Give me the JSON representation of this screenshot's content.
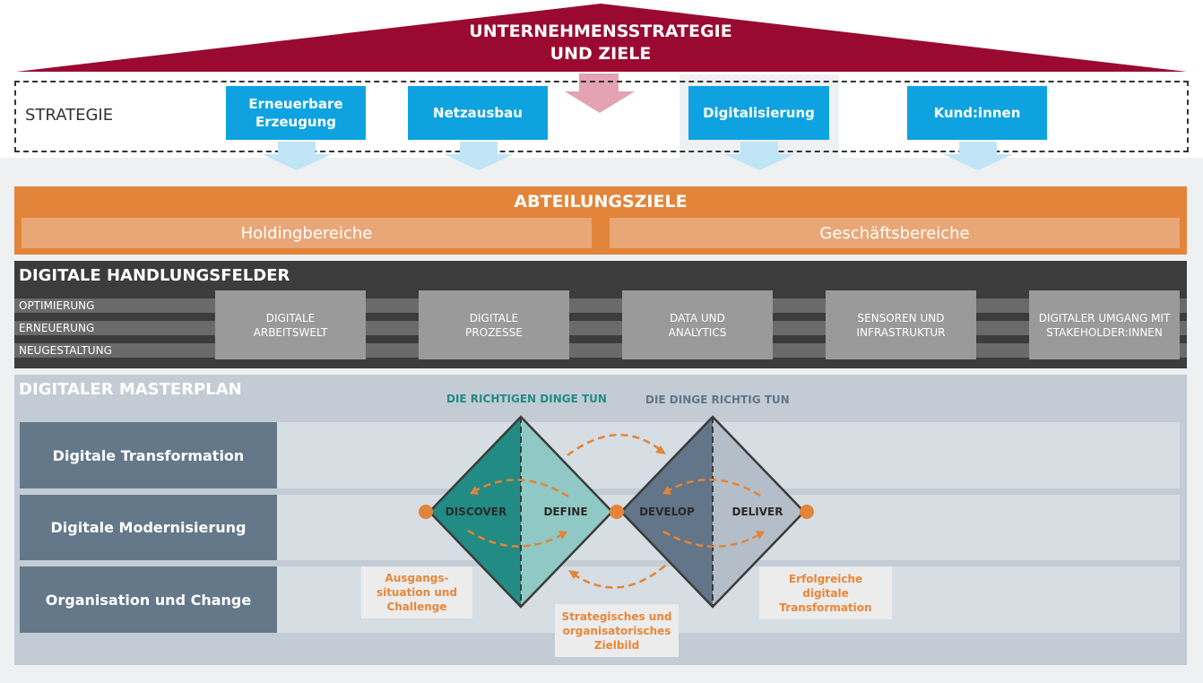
{
  "roof": {
    "line1": "UNTERNEHMENSSTRATEGIE",
    "line2": "UND ZIELE"
  },
  "strategie": {
    "label": "STRATEGIE",
    "boxes": [
      {
        "line1": "Erneuerbare",
        "line2": "Erzeugung"
      },
      {
        "line1": "Netzausbau",
        "line2": ""
      },
      {
        "line1": "Digitalisierung",
        "line2": ""
      },
      {
        "line1": "Kund:innen",
        "line2": ""
      }
    ]
  },
  "abteilungsziele": {
    "title": "ABTEILUNGSZIELE",
    "left": "Holdingbereiche",
    "right": "Geschäftsbereiche"
  },
  "handlungsfelder": {
    "title": "DIGITALE HANDLUNGSFELDER",
    "levels": [
      "OPTIMIERUNG",
      "ERNEUERUNG",
      "NEUGESTALTUNG"
    ],
    "fields": [
      {
        "line1": "DIGITALE",
        "line2": "ARBEITSWELT"
      },
      {
        "line1": "DIGITALE",
        "line2": "PROZESSE"
      },
      {
        "line1": "DATA UND",
        "line2": "ANALYTICS"
      },
      {
        "line1": "SENSOREN UND",
        "line2": "INFRASTRUKTUR"
      },
      {
        "line1": "DIGITALER UMGANG MIT",
        "line2": "STAKEHOLDER:INNEN"
      }
    ]
  },
  "masterplan": {
    "title": "DIGITALER MASTERPLAN",
    "rows": [
      "Digitale Transformation",
      "Digitale Modernisierung",
      "Organisation und Change"
    ],
    "header_left": "DIE RICHTIGEN DINGE TUN",
    "header_right": "DIE DINGE RICHTIG TUN",
    "phases": [
      "DISCOVER",
      "DEFINE",
      "DEVELOP",
      "DELIVER"
    ],
    "notes": {
      "start": [
        "Ausgangs-",
        "situation und",
        "Challenge"
      ],
      "middle": [
        "Strategisches und",
        "organisatorisches",
        "Zielbild"
      ],
      "end": [
        "Erfolgreiche",
        "digitale",
        "Transformation"
      ]
    }
  },
  "colors": {
    "roof": "#9a0a30",
    "blue": "#0ea3e0",
    "orange": "#e2853a",
    "dark": "#3c3c3c",
    "teal_dark": "#218b84",
    "teal_light": "#8fc8c4",
    "slate_dark": "#627589",
    "slate_light": "#b4bec8"
  }
}
